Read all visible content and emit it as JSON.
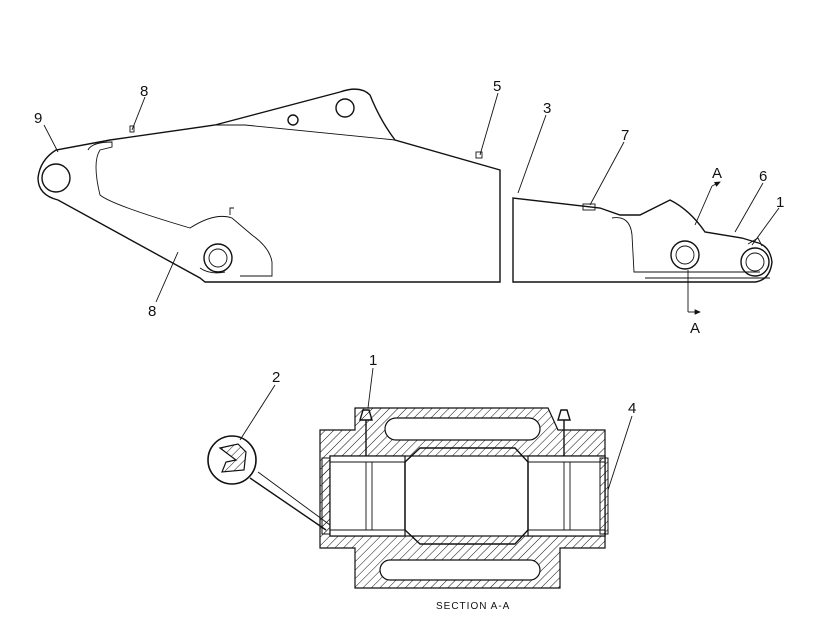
{
  "callouts": {
    "c9": "9",
    "c8_top": "8",
    "c8_bottom": "8",
    "c5": "5",
    "c3": "3",
    "c7": "7",
    "c6": "6",
    "c1_top": "1",
    "cA_top": "A",
    "cA_bottom": "A",
    "c2": "2",
    "c1_section": "1",
    "c4": "4"
  },
  "section_label": "SECTION A-A",
  "icons": {
    "boom": "boom-arm-drawing",
    "section": "pin-bore-cross-section",
    "seal_detail": "seal-detail-circle"
  }
}
